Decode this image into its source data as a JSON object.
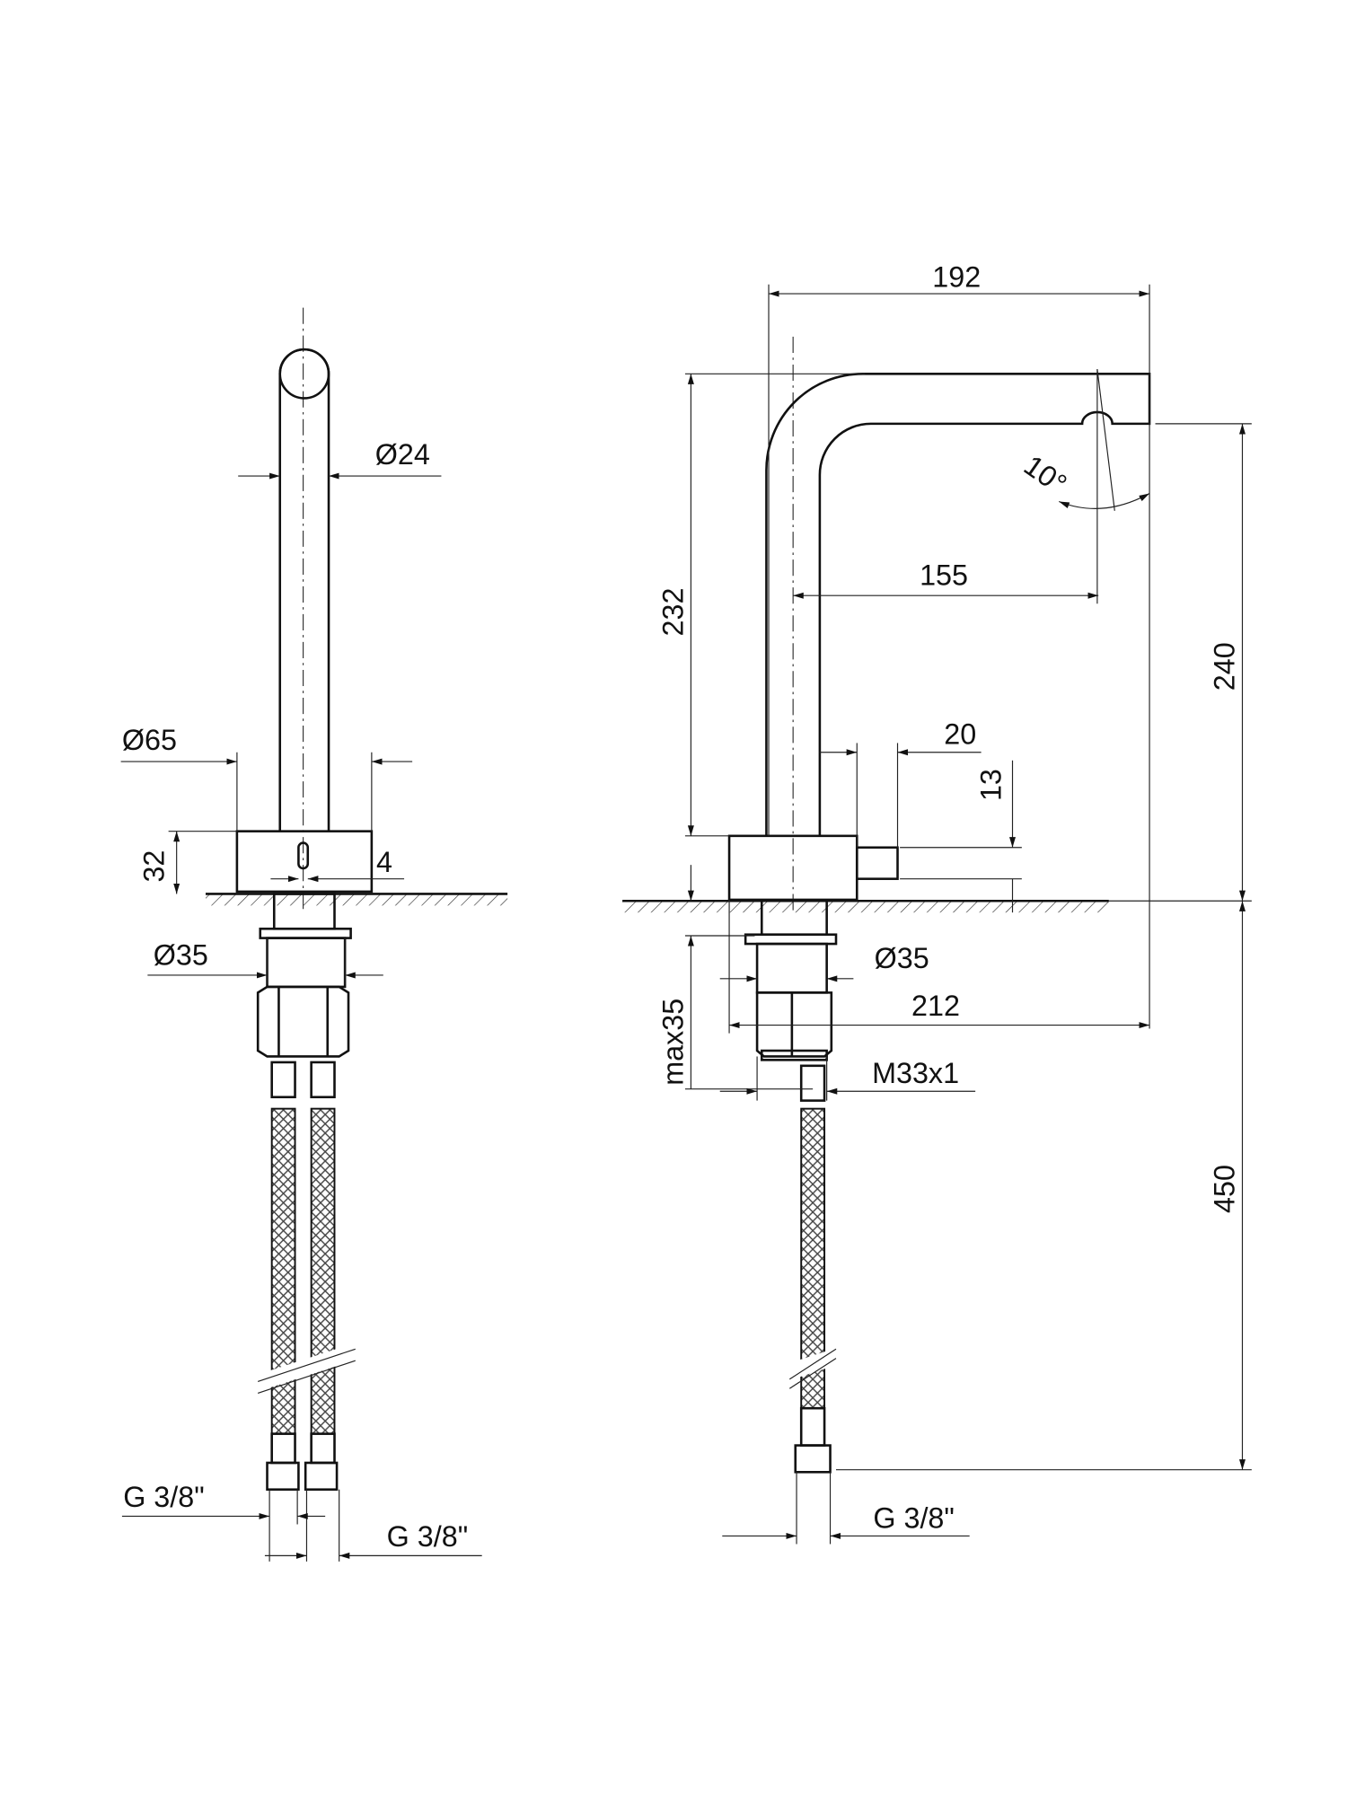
{
  "title": "Faucet technical drawing",
  "front_view": {
    "spout_diameter": "Ø24",
    "base_diameter": "Ø65",
    "base_height": "32",
    "sensor_offset": "4",
    "shank_diameter": "Ø35",
    "hose_thread_left": "G 3/8\"",
    "hose_thread_right": "G 3/8\""
  },
  "side_view": {
    "overall_width": "192",
    "spout_height": "232",
    "outlet_height": "240",
    "angle": "10°",
    "spout_reach": "155",
    "lever_length": "20",
    "lever_height": "13",
    "shank_diameter": "Ø35",
    "hole_to_end": "212",
    "max_deck_thickness": "max35",
    "thread": "M33x1",
    "hose_length": "450",
    "hose_thread": "G 3/8\""
  },
  "colors": {
    "line": "#111111",
    "background": "#ffffff"
  }
}
